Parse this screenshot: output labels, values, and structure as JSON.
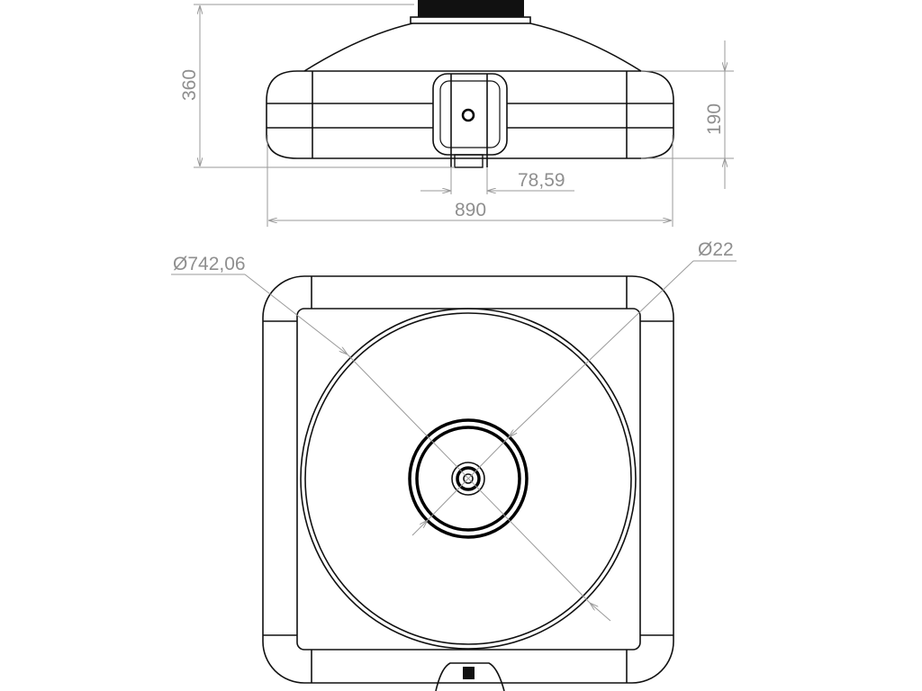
{
  "drawing": {
    "side_view": {
      "dimensions": {
        "total_height": "360",
        "body_height": "190",
        "outlet_width": "78,59",
        "total_width": "890"
      }
    },
    "top_view": {
      "dimensions": {
        "dome_diameter": "Ø742,06",
        "neck_diameter": "Ø22"
      }
    },
    "colors": {
      "line": "#111111",
      "dimension": "#8f8f8f"
    }
  }
}
